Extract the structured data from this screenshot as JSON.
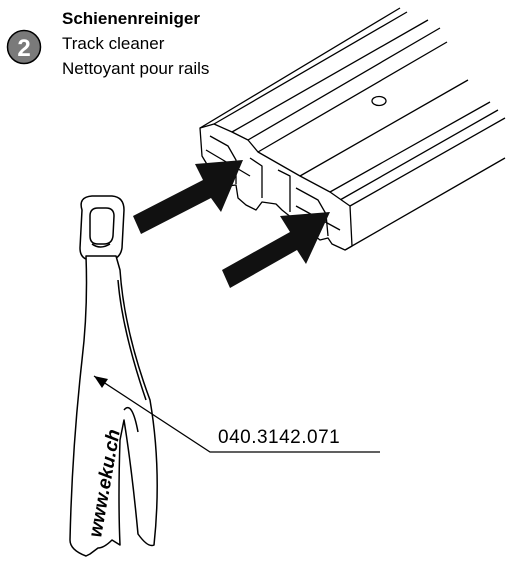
{
  "header": {
    "step_number": "2",
    "title_de": "Schienenreiniger",
    "title_en": "Track cleaner",
    "title_fr": "Nettoyant pour rails"
  },
  "cleaner": {
    "brand_text": "www.eku.ch",
    "part_number": "040.3142.071"
  },
  "colors": {
    "line": "#000000",
    "badge_fill": "#7a7a7a",
    "badge_text": "#ffffff",
    "arrow_fill": "#111111"
  }
}
